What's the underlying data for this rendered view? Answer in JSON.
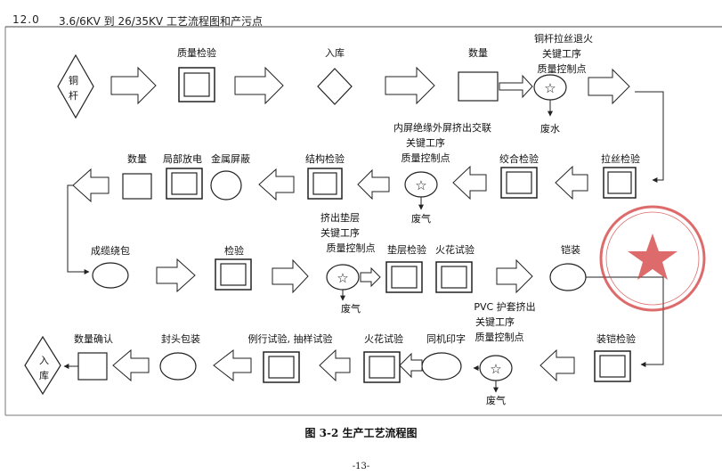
{
  "header": {
    "section_number": "12.0",
    "title": "3.6/6KV 到 26/35KV 工艺流程图和产污点"
  },
  "nodes": {
    "copper_rod_1": "铜",
    "copper_rod_2": "杆",
    "quality_check": "质量检验",
    "storage_in": "入库",
    "quantity": "数量",
    "anneal_1": "铜杆拉丝退火",
    "anneal_2": "关键工序",
    "anneal_3": "质量控制点",
    "waste_water": "废水",
    "drawing_check": "拉丝检验",
    "stranding_check": "绞合检验",
    "extrusion_1": "内屏绝缘外屏挤出交联",
    "extrusion_2": "关键工序",
    "extrusion_3": "质量控制点",
    "waste_gas_1": "废气",
    "structure_check": "结构检验",
    "metal_shield": "金属屏蔽",
    "partial_discharge": "局部放电",
    "quantity_2": "数量",
    "cabling": "成缆绕包",
    "inspection": "检验",
    "bedding_1": "挤出垫层",
    "bedding_2": "关键工序",
    "bedding_3": "质量控制点",
    "waste_gas_2": "废气",
    "bedding_check": "垫层检验",
    "spark_test_1": "火花试验",
    "armoring": "铠装",
    "armor_check": "装铠检验",
    "pvc_1": "PVC 护套挤出",
    "pvc_2": "关键工序",
    "pvc_3": "质量控制点",
    "waste_gas_3": "废气",
    "sync_print": "同机印字",
    "spark_test_2": "火花试验",
    "routine_test": "例行试验, 抽样试验",
    "seal_pack": "封头包装",
    "quantity_confirm": "数量确认",
    "storage_out_1": "入",
    "storage_out_2": "库"
  },
  "footer": {
    "caption": "图 3-2  生产工艺流程图",
    "page": "-13-"
  },
  "colors": {
    "line": "#222222",
    "stamp": "#d23a3a"
  }
}
